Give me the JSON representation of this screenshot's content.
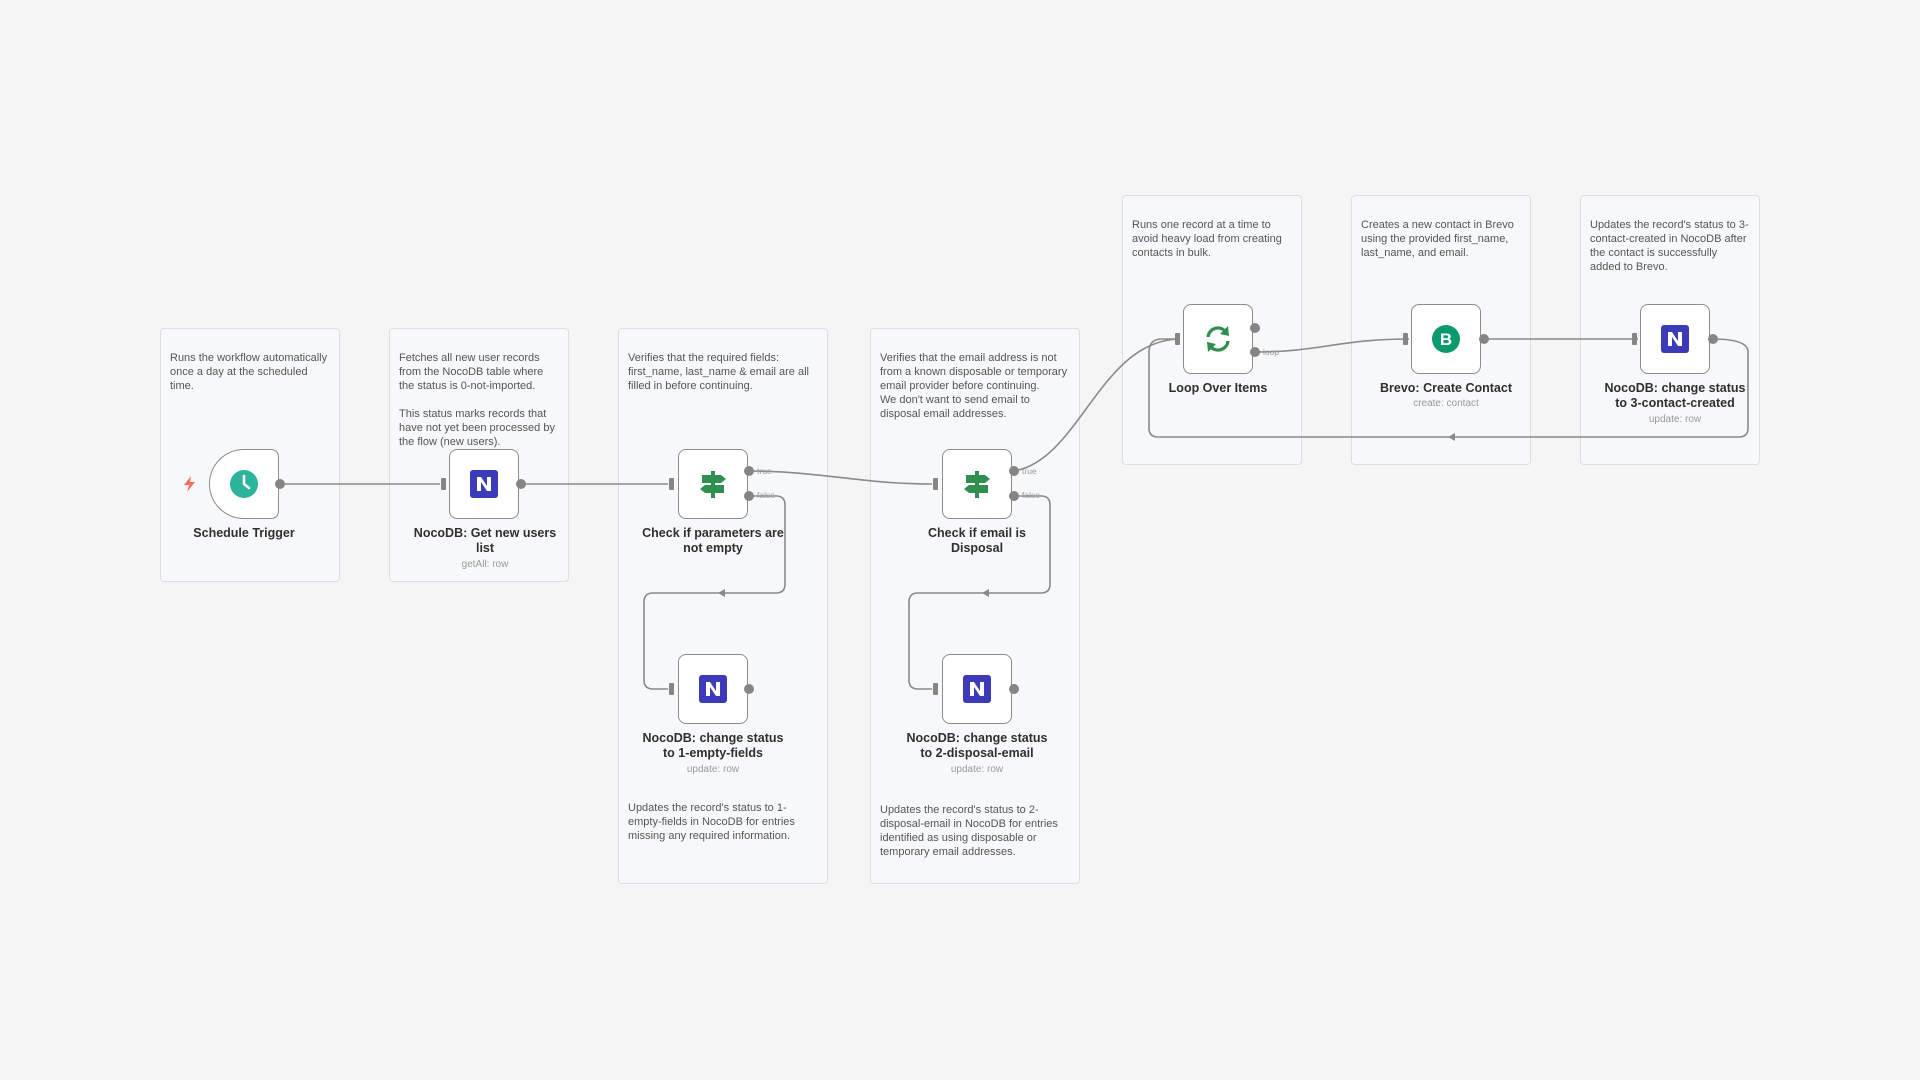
{
  "sticky_notes": {
    "schedule": "Runs the workflow automatically once a day at the scheduled time.",
    "get_users": "Fetches all new user records from the NocoDB table where the status is 0-not-imported.\n\nThis status marks records that have not yet been processed by the flow (new users).",
    "check_params": "Verifies that the required fields: first_name, last_name & email are all filled in before continuing.",
    "check_params_bottom": "Updates the record's status to 1-empty-fields in NocoDB for entries missing any required information.",
    "check_email": "Verifies that the email address is not from a known disposable or temporary email provider before continuing.\nWe don't want to send email to disposal email addresses.",
    "check_email_bottom": "Updates the record's status to 2-disposal-email in NocoDB for entries identified as using disposable or temporary email addresses.",
    "loop": "Runs one record at a time to avoid heavy load from creating contacts in bulk.",
    "brevo": "Creates a new contact in Brevo using the provided first_name, last_name, and email.",
    "status3": "Updates the record's status to 3-contact-created in NocoDB after the contact is successfully added to Brevo."
  },
  "nodes": {
    "schedule_trigger": {
      "title": "Schedule Trigger",
      "icon": "clock-icon"
    },
    "get_users": {
      "title": "NocoDB: Get new users list",
      "subtitle": "getAll: row",
      "icon": "nocodb-icon"
    },
    "check_params": {
      "title": "Check if parameters are not empty",
      "icon": "if-signpost-icon"
    },
    "status_empty": {
      "title": "NocoDB: change status to 1-empty-fields",
      "subtitle": "update: row",
      "icon": "nocodb-icon"
    },
    "check_email": {
      "title": "Check if email is Disposal",
      "icon": "if-signpost-icon"
    },
    "status_disposal": {
      "title": "NocoDB: change status to 2-disposal-email",
      "subtitle": "update: row",
      "icon": "nocodb-icon"
    },
    "loop": {
      "title": "Loop Over Items",
      "icon": "loop-icon"
    },
    "brevo": {
      "title": "Brevo: Create Contact",
      "subtitle": "create: contact",
      "icon": "brevo-icon"
    },
    "status_created": {
      "title": "NocoDB: change status to 3-contact-created",
      "subtitle": "update: row",
      "icon": "nocodb-icon"
    }
  },
  "port_labels": {
    "true": "true",
    "false": "false",
    "loop": "loop"
  },
  "colors": {
    "background": "#f5f5f6",
    "nocodb": "#3b3bb9",
    "if_green": "#2f8f4e",
    "schedule_teal": "#2bb39b",
    "brevo_green": "#0b996e",
    "trigger_bolt": "#ff6d5a",
    "wire": "#8a8a8a"
  }
}
